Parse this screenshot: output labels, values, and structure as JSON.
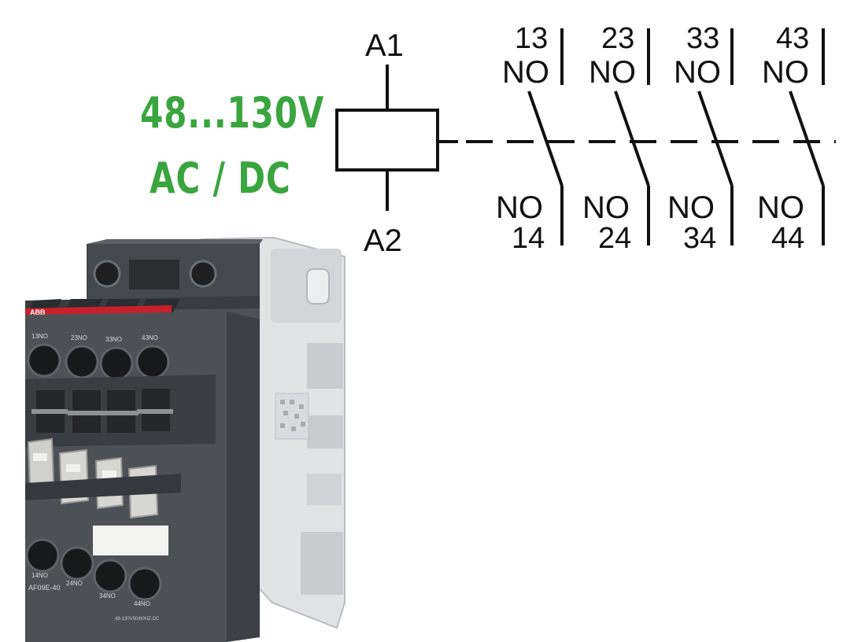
{
  "voltage": {
    "range": "48...130V",
    "type": "AC / DC"
  },
  "coil": {
    "top_terminal": "A1",
    "bottom_terminal": "A2"
  },
  "contacts": [
    {
      "top": "13",
      "bottom": "14",
      "label_top": "NO",
      "label_bottom": "NO"
    },
    {
      "top": "23",
      "bottom": "24",
      "label_top": "NO",
      "label_bottom": "NO"
    },
    {
      "top": "33",
      "bottom": "34",
      "label_top": "NO",
      "label_bottom": "NO"
    },
    {
      "top": "43",
      "bottom": "44",
      "label_top": "NO",
      "label_bottom": "NO"
    }
  ],
  "product": {
    "brand": "ABB",
    "top_terminals": [
      "13NO",
      "23NO",
      "33NO",
      "43NO"
    ],
    "bottom_terminals": [
      "14NO",
      "24NO",
      "34NO",
      "44NO"
    ],
    "model": "AF09E-40",
    "rating": "48-130V50/60HZ-DC"
  },
  "colors": {
    "voltage_text": "#3aa53f",
    "schematic": "#111111",
    "brand_red": "#c8202a",
    "housing_dark": "#4d5156",
    "housing_light": "#e2e3e5"
  }
}
